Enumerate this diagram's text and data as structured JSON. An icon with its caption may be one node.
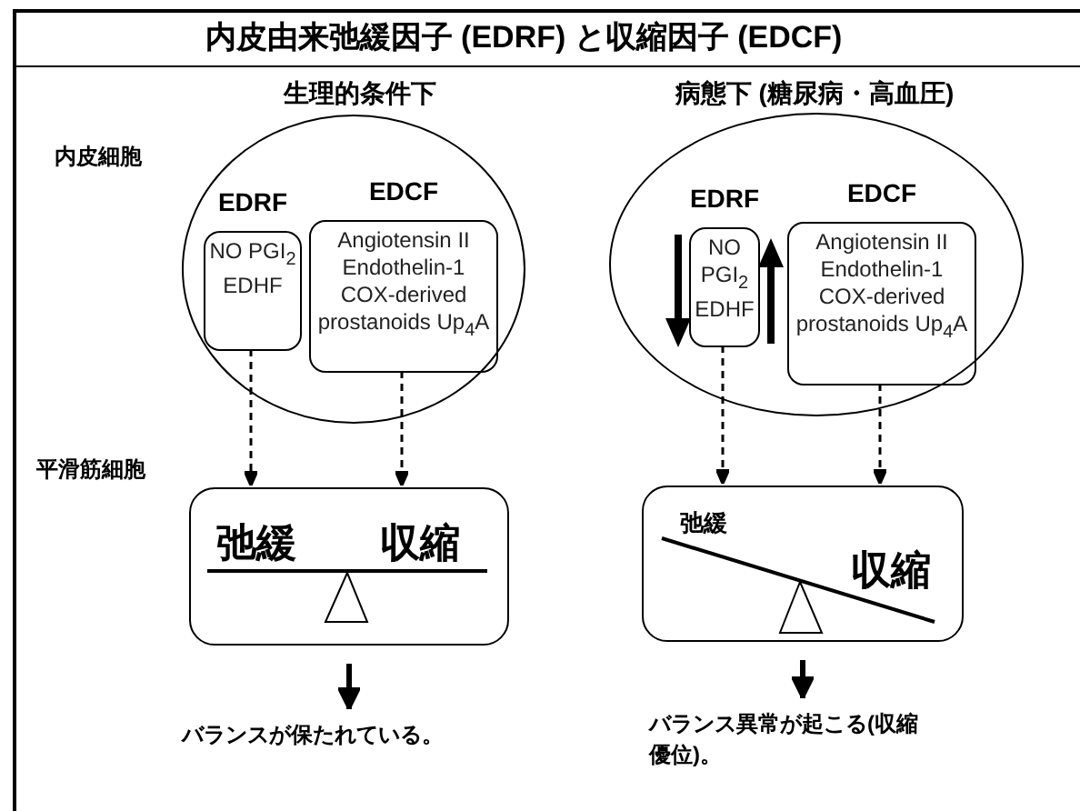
{
  "diagram": {
    "title": "内皮由来弛緩因子 (EDRF) と収縮因子 (EDCF)",
    "nodes": [
      {
        "text": [],
        "shape": "circle"
      },
      {
        "text": [
          "EDRF",
          "NO PGI$_{2}$ EDHF"
        ],
        "in": 0
      },
      {
        "text": [
          "EDCF",
          "Angiotensin II Endothelin-1 COX-derived prostanoids Up$_{4}$A"
        ],
        "in": 0
      },
      {
        "text": [
          "弛緩",
          "収縮"
        ]
      },
      {
        "text": [
          "バランスが保たれている。"
        ]
      },
      {
        "text": [],
        "shape": "circle"
      },
      {
        "text": [
          "EDRF",
          "NO PGI$_{2}$ EDHF"
        ],
        "in": 5
      },
      {
        "text": [
          "EDCF",
          "Angiotensin II Endothelin-1 COX-derived prostanoids Up$_{4}$A"
        ],
        "in": 5
      },
      {
        "text": [
          "弛緩",
          "収縮"
        ]
      },
      {
        "text": [
          "バランス異常が起こる(収縮優位)。"
        ]
      }
    ],
    "edges": [
      {
        "from": 1,
        "to": 3,
        "arrow": "to",
        "style": "dashed"
      },
      {
        "from": 2,
        "to": 3,
        "arrow": "to",
        "style": "dashed"
      },
      {
        "from": 3,
        "to": 4,
        "arrow": "to",
        "style": "thick"
      },
      {
        "from": 6,
        "to": 8,
        "arrow": "to",
        "style": "dashed"
      },
      {
        "from": 7,
        "to": 8,
        "arrow": "to",
        "style": "dashed"
      },
      {
        "from": 8,
        "to": 9,
        "arrow": "to",
        "style": "thick"
      }
    ],
    "labels": [
      "生理的条件下",
      "病態下 (糖尿病・高血圧)",
      "内皮細胞",
      "平滑筋細胞"
    ]
  }
}
